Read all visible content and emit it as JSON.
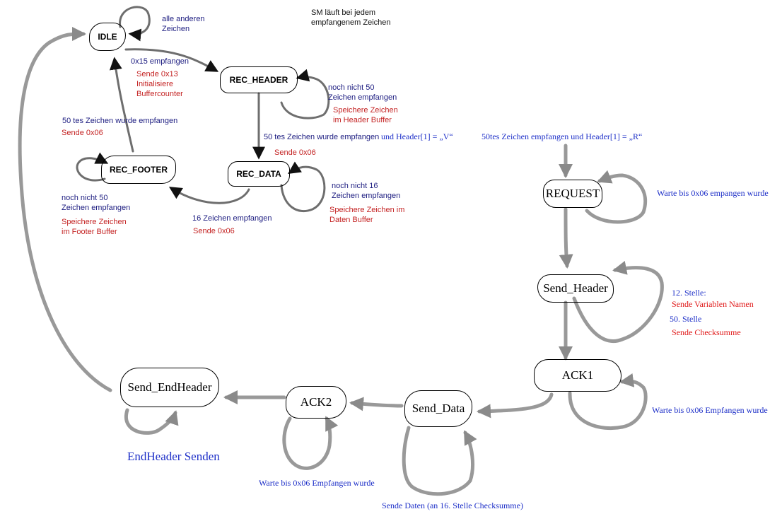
{
  "states": {
    "idle": "IDLE",
    "rec_header": "REC_HEADER",
    "rec_data": "REC_DATA",
    "rec_footer": "REC_FOOTER",
    "request": "REQUEST",
    "send_header": "Send_Header",
    "ack1": "ACK1",
    "send_data": "Send_Data",
    "ack2": "ACK2",
    "send_endheader": "Send_EndHeader"
  },
  "labels": {
    "sm_note_1": "SM läuft bei jedem",
    "sm_note_2": "empfangenem Zeichen",
    "idle_loop_1": "alle anderen",
    "idle_loop_2": "Zeichen",
    "idle_to_header": "0x15 empfangen",
    "idle_action_1": "Sende 0x13",
    "idle_action_2": "Initialisiere",
    "idle_action_3": "Buffercounter",
    "header_loop_1": "noch nicht 50",
    "header_loop_2": "Zeichen empfangen",
    "header_loop_action_1": "Speichere Zeichen",
    "header_loop_action_2": "im Header Buffer",
    "header_to_data_a": "50 tes Zeichen wurde empfangen",
    "header_to_data_b": "und Header[1] = „V“",
    "header_to_data_action": "Sende 0x06",
    "data_loop_1": "noch nicht 16",
    "data_loop_2": "Zeichen empfangen",
    "data_loop_action_1": "Speichere Zeichen im",
    "data_loop_action_2": "Daten Buffer",
    "data_to_footer": "16 Zeichen empfangen",
    "data_to_footer_action": "Sende 0x06",
    "footer_to_idle": "50 tes Zeichen wurde empfangen",
    "footer_to_idle_action": "Sende 0x06",
    "footer_loop_1": "noch nicht 50",
    "footer_loop_2": "Zeichen empfangen",
    "footer_loop_action_1": "Speichere Zeichen",
    "footer_loop_action_2": "im Footer Buffer",
    "to_request": "50tes Zeichen empfangen und Header[1] = „R“",
    "request_loop": "Warte bis 0x06 empangen wurde",
    "send_header_1": "12. Stelle:",
    "send_header_2": "Sende Variablen Namen",
    "send_header_3": "50. Stelle",
    "send_header_4": "Sende Checksumme",
    "ack1_loop": "Warte bis 0x06 Empfangen wurde",
    "send_data_loop": "Sende Daten (an 16. Stelle Checksumme)",
    "ack2_loop": "Warte bis 0x06 Empfangen wurde",
    "endheader_loop": "EndHeader Senden"
  }
}
